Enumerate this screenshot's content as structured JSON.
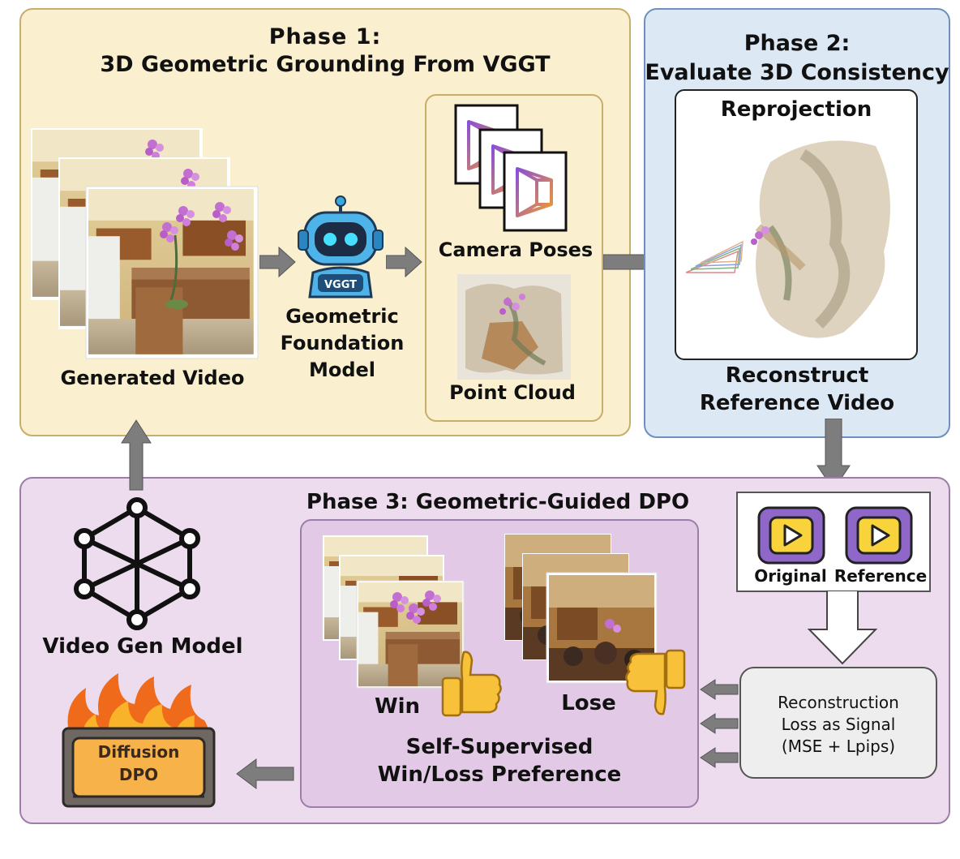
{
  "phase1": {
    "title_line1": "Phase 1:",
    "title_line2": "3D Geometric Grounding From VGGT",
    "generated_video_label": "Generated Video",
    "robot_badge": "VGGT",
    "model_line1": "Geometric",
    "model_line2": "Foundation",
    "model_line3": "Model",
    "camera_poses_label": "Camera Poses",
    "point_cloud_label": "Point Cloud"
  },
  "phase2": {
    "title_line1": "Phase 2:",
    "title_line2": "Evaluate 3D Consistency",
    "reprojection_label": "Reprojection",
    "reconstruct_line1": "Reconstruct",
    "reconstruct_line2": "Reference Video"
  },
  "phase3": {
    "title": "Phase 3: Geometric-Guided DPO",
    "original_label": "Original",
    "reference_label": "Reference",
    "win_label": "Win",
    "lose_label": "Lose",
    "preference_line1": "Self-Supervised",
    "preference_line2": "Win/Loss Preference",
    "signal_line1": "Reconstruction",
    "signal_line2": "Loss as Signal",
    "signal_line3": "(MSE + Lpips)",
    "video_gen_label": "Video Gen Model",
    "dpo_line1": "Diffusion",
    "dpo_line2": "DPO"
  },
  "colors": {
    "phase1_bg": "#faefcf",
    "phase1_border": "#c9ad6a",
    "phase2_bg": "#dde8f5",
    "phase2_border": "#6f8fbf",
    "phase3_bg": "#ecdcee",
    "phase3_border": "#9c7ea8",
    "arrow_gray": "#7d7d7d",
    "play_purple": "#8e67c9",
    "play_yellow": "#f8d33c"
  }
}
